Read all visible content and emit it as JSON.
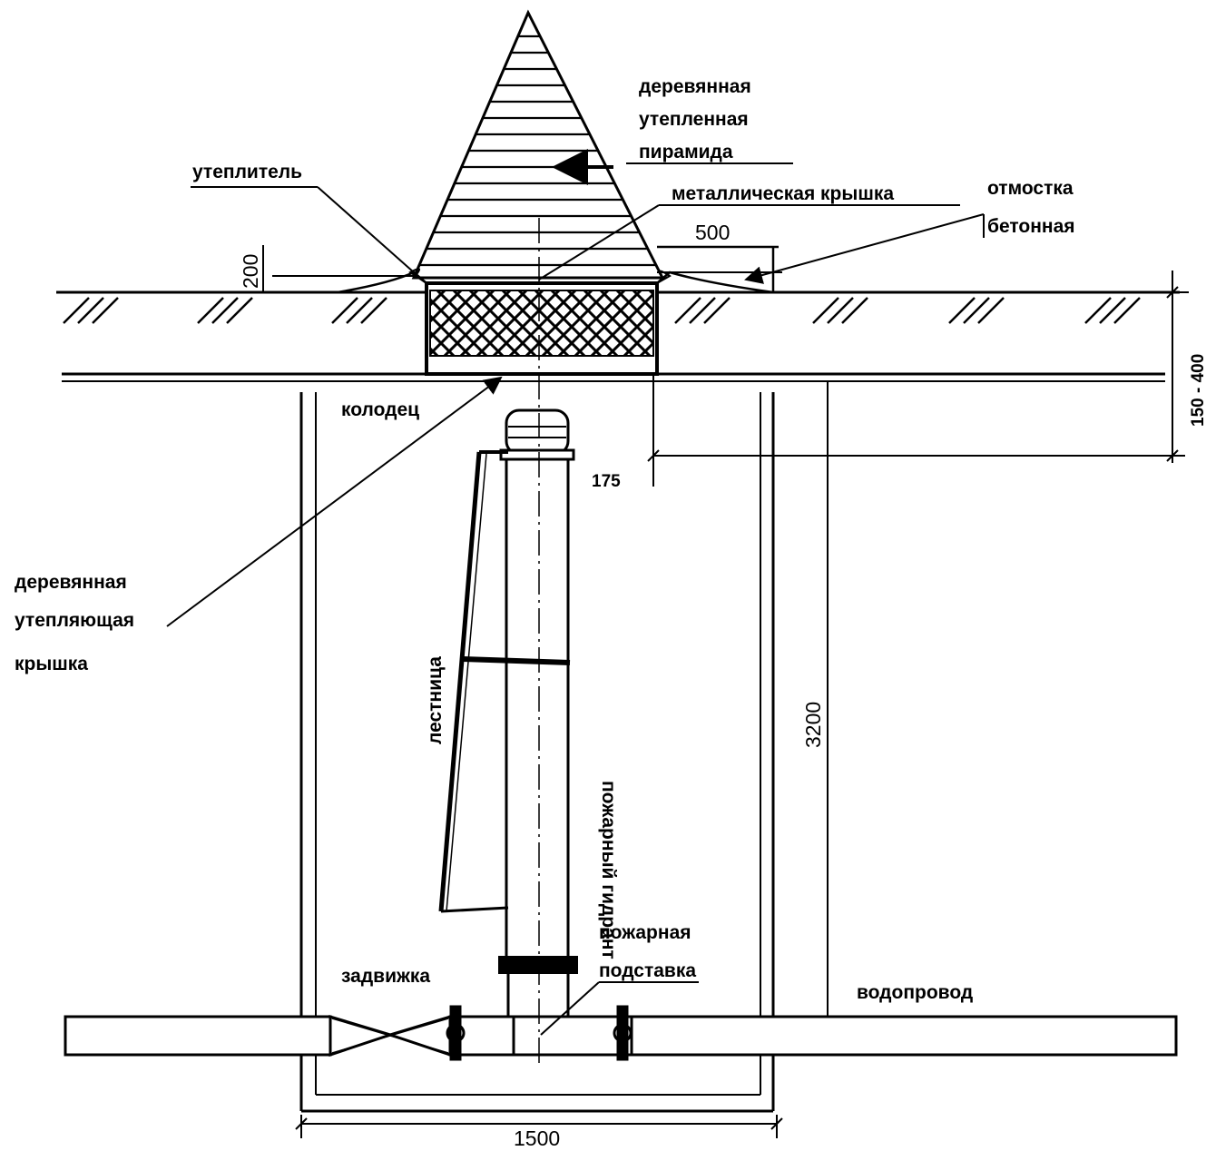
{
  "labels": {
    "pyramid": [
      "деревянная",
      "утепленная",
      "пирамида"
    ],
    "insulation": "утеплитель",
    "metal_cover": "металлическая крышка",
    "blind_area": [
      "отмостка",
      "бетонная"
    ],
    "well": "колодец",
    "wood_cover": [
      "деревянная",
      "утепляющая",
      "крышка"
    ],
    "ladder": "лестница",
    "hydrant": "пожарный гидрант",
    "fire_stand": [
      "пожарная",
      "подставка"
    ],
    "gate_valve": "задвижка",
    "water_main": "водопровод"
  },
  "dimensions": {
    "d200": "200",
    "d500": "500",
    "d150_400": "150 - 400",
    "d175": "175",
    "d3200": "3200",
    "d1500": "1500"
  }
}
